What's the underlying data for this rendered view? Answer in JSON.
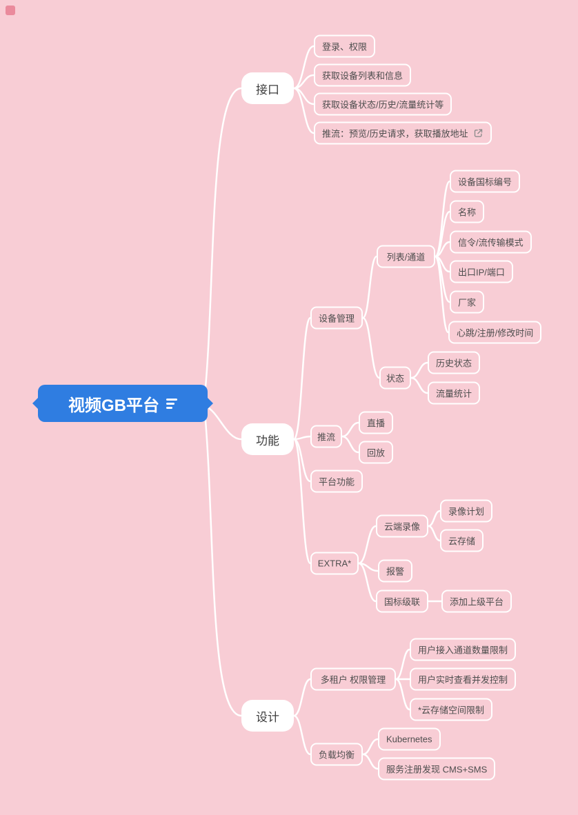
{
  "colors": {
    "background": "#f8cdd5",
    "accent_blue": "#2f7de1",
    "connector": "#ffffff",
    "node_border": "#ffffff",
    "node_text": "#4e4e4e",
    "corner_marker": "#ea8a9c"
  },
  "central": {
    "label": "视频GB平台",
    "icon": "hamburger-icon"
  },
  "branches": [
    {
      "label": "接口",
      "children": [
        {
          "label": "登录、权限"
        },
        {
          "label": "获取设备列表和信息"
        },
        {
          "label": "获取设备状态/历史/流量统计等"
        },
        {
          "label": "推流：预览/历史请求，获取播放地址",
          "icon": "external-link-icon"
        }
      ]
    },
    {
      "label": "功能",
      "children": [
        {
          "label": "设备管理",
          "children": [
            {
              "label": "列表/通道",
              "children": [
                {
                  "label": "设备国标编号"
                },
                {
                  "label": "名称"
                },
                {
                  "label": "信令/流传输模式"
                },
                {
                  "label": "出口IP/端口"
                },
                {
                  "label": "厂家"
                },
                {
                  "label": "心跳/注册/修改时间"
                }
              ]
            },
            {
              "label": "状态",
              "children": [
                {
                  "label": "历史状态"
                },
                {
                  "label": "流量统计"
                }
              ]
            }
          ]
        },
        {
          "label": "推流",
          "children": [
            {
              "label": "直播"
            },
            {
              "label": "回放"
            }
          ]
        },
        {
          "label": "平台功能"
        },
        {
          "label": "EXTRA*",
          "children": [
            {
              "label": "云端录像",
              "children": [
                {
                  "label": "录像计划"
                },
                {
                  "label": "云存储"
                }
              ]
            },
            {
              "label": "报警"
            },
            {
              "label": "国标级联",
              "children": [
                {
                  "label": "添加上级平台"
                }
              ]
            }
          ]
        }
      ]
    },
    {
      "label": "设计",
      "children": [
        {
          "label": "多租户 权限管理",
          "children": [
            {
              "label": "用户接入通道数量限制"
            },
            {
              "label": "用户实时查看并发控制"
            },
            {
              "label": "*云存储空间限制"
            }
          ]
        },
        {
          "label": "负载均衡",
          "children": [
            {
              "label": "Kubernetes"
            },
            {
              "label": "服务注册发现 CMS+SMS"
            }
          ]
        }
      ]
    }
  ]
}
